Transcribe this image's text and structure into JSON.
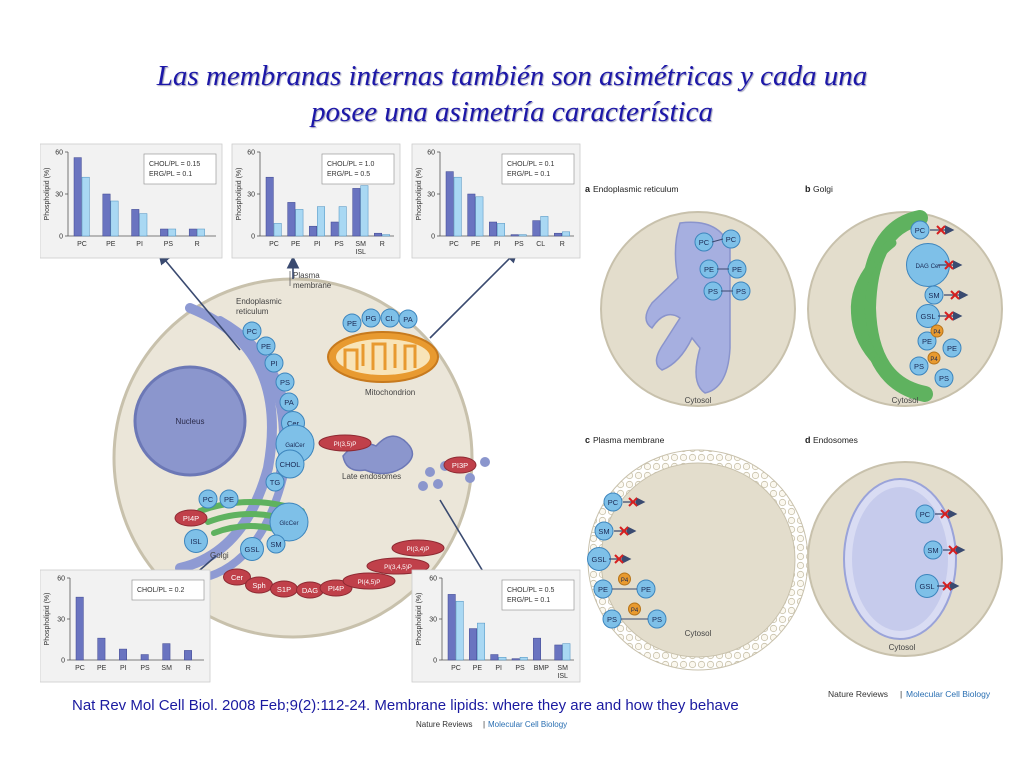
{
  "slide": {
    "title_line1": "Las membranas internas también son asimétricas y cada una",
    "title_line2": "posee una asimetría característica",
    "citation": "Nat Rev Mol Cell Biol. 2008 Feb;9(2):112-24. Membrane lipids: where they are and how they behave"
  },
  "colors": {
    "series_dark": "#6a74c0",
    "series_light": "#a9d8f3",
    "cell_fill": "#e8e3d6",
    "er_fill": "#8e9ad3",
    "golgi_fill": "#5fb25f",
    "lipid_blue": "#7ec0e8",
    "lipid_red": "#c0404a",
    "mito_orange": "#e89a30"
  },
  "left_figure": {
    "labels": {
      "nucleus": "Nucleus",
      "er_line1": "Endoplasmic",
      "er_line2": "reticulum",
      "pm_line1": "Plasma",
      "pm_line2": "membrane",
      "mito": "Mitochondrion",
      "late_endo": "Late endosomes",
      "golgi": "Golgi",
      "footer_journal": "Nature Reviews",
      "footer_sep": "|",
      "footer_title": "Molecular Cell Biology"
    },
    "er_lipids": [
      "PC",
      "PE",
      "PI",
      "PS",
      "PA",
      "Cer",
      "GalCer",
      "CHOL",
      "TG"
    ],
    "mito_lipids": [
      "PE",
      "PG",
      "CL",
      "PA"
    ],
    "golgi_top": [
      "PC",
      "PE"
    ],
    "golgi_left_red": "PI4P",
    "golgi_right": [
      "GlcCer",
      "SM"
    ],
    "golgi_bottom": [
      "ISL",
      "GSL"
    ],
    "endo_red": "PI(3,5)P",
    "endo_right_red": "PI3P",
    "bottom_red": [
      "Cer",
      "Sph",
      "S1P",
      "DAG",
      "PI4P",
      "PI(4,5)P",
      "PI(3,4,5)P",
      "PI(3,4)P"
    ]
  },
  "charts": [
    {
      "id": "er",
      "ylabel": "Phospholipid (%)",
      "ylim": [
        0,
        60
      ],
      "ticks": [
        "0",
        "30",
        "60"
      ],
      "legend_lines": [
        "CHOL/PL = 0.15",
        "ERG/PL = 0.1"
      ],
      "chart_data": {
        "type": "bar",
        "categories": [
          "PC",
          "PE",
          "PI",
          "PS",
          "R"
        ],
        "series": [
          {
            "values": [
              56,
              30,
              19,
              5,
              5
            ]
          },
          {
            "values": [
              42,
              25,
              16,
              5,
              5
            ]
          }
        ]
      }
    },
    {
      "id": "pm",
      "ylabel": "Phospholipid (%)",
      "ylim": [
        0,
        60
      ],
      "ticks": [
        "0",
        "30",
        "60"
      ],
      "legend_lines": [
        "CHOL/PL = 1.0",
        "ERG/PL = 0.5"
      ],
      "chart_data": {
        "type": "bar",
        "categories": [
          "PC",
          "PE",
          "PI",
          "PS",
          "SM ISL",
          "R"
        ],
        "series": [
          {
            "values": [
              42,
              24,
              7,
              10,
              34,
              2
            ]
          },
          {
            "values": [
              9,
              19,
              21,
              21,
              36,
              1
            ]
          }
        ]
      }
    },
    {
      "id": "mito",
      "ylabel": "Phospholipid (%)",
      "ylim": [
        0,
        60
      ],
      "ticks": [
        "0",
        "30",
        "60"
      ],
      "legend_lines": [
        "CHOL/PL = 0.1",
        "ERG/PL = 0.1"
      ],
      "chart_data": {
        "type": "bar",
        "categories": [
          "PC",
          "PE",
          "PI",
          "PS",
          "CL",
          "R"
        ],
        "series": [
          {
            "values": [
              46,
              30,
              10,
              1,
              11,
              2
            ]
          },
          {
            "values": [
              42,
              28,
              9,
              1,
              14,
              3
            ]
          }
        ]
      }
    },
    {
      "id": "golgi",
      "ylabel": "Phospholipid (%)",
      "ylim": [
        0,
        60
      ],
      "ticks": [
        "0",
        "30",
        "60"
      ],
      "legend_lines": [
        "CHOL/PL = 0.2"
      ],
      "chart_data": {
        "type": "bar",
        "categories": [
          "PC",
          "PE",
          "PI",
          "PS",
          "SM",
          "R"
        ],
        "series": [
          {
            "values": [
              46,
              16,
              8,
              4,
              12,
              7
            ]
          }
        ]
      }
    },
    {
      "id": "endosome",
      "ylabel": "Phospholipid (%)",
      "ylim": [
        0,
        60
      ],
      "ticks": [
        "0",
        "30",
        "60"
      ],
      "legend_lines": [
        "CHOL/PL = 0.5",
        "ERG/PL = 0.1"
      ],
      "chart_data": {
        "type": "bar",
        "categories": [
          "PC",
          "PE",
          "PI",
          "PS",
          "BMP",
          "SM ISL"
        ],
        "series": [
          {
            "values": [
              48,
              23,
              4,
              1,
              16,
              11
            ]
          },
          {
            "values": [
              43,
              27,
              2,
              2,
              0,
              12
            ]
          }
        ]
      }
    }
  ],
  "right_panels": {
    "footer_journal": "Nature Reviews",
    "footer_sep": "|",
    "footer_title": "Molecular Cell Biology",
    "cytosol": "Cytosol",
    "a": {
      "letter": "a",
      "title": "Endoplasmic reticulum",
      "pairs": [
        [
          "PC",
          "PC"
        ],
        [
          "PE",
          "PE"
        ],
        [
          "PS",
          "PS"
        ]
      ]
    },
    "b": {
      "letter": "b",
      "title": "Golgi",
      "left": [
        "PC",
        "DAG Cer",
        "SM",
        "GSL",
        "PE",
        "PS"
      ],
      "right": [
        "PE",
        "PS"
      ],
      "flippase": "P4"
    },
    "c": {
      "letter": "c",
      "title": "Plasma membrane",
      "blocked": [
        "PC",
        "SM",
        "GSL"
      ],
      "flipped": [
        "PE",
        "PS"
      ],
      "flippase": "P4"
    },
    "d": {
      "letter": "d",
      "title": "Endosomes",
      "blocked": [
        "PC",
        "SM",
        "GSL"
      ]
    }
  }
}
